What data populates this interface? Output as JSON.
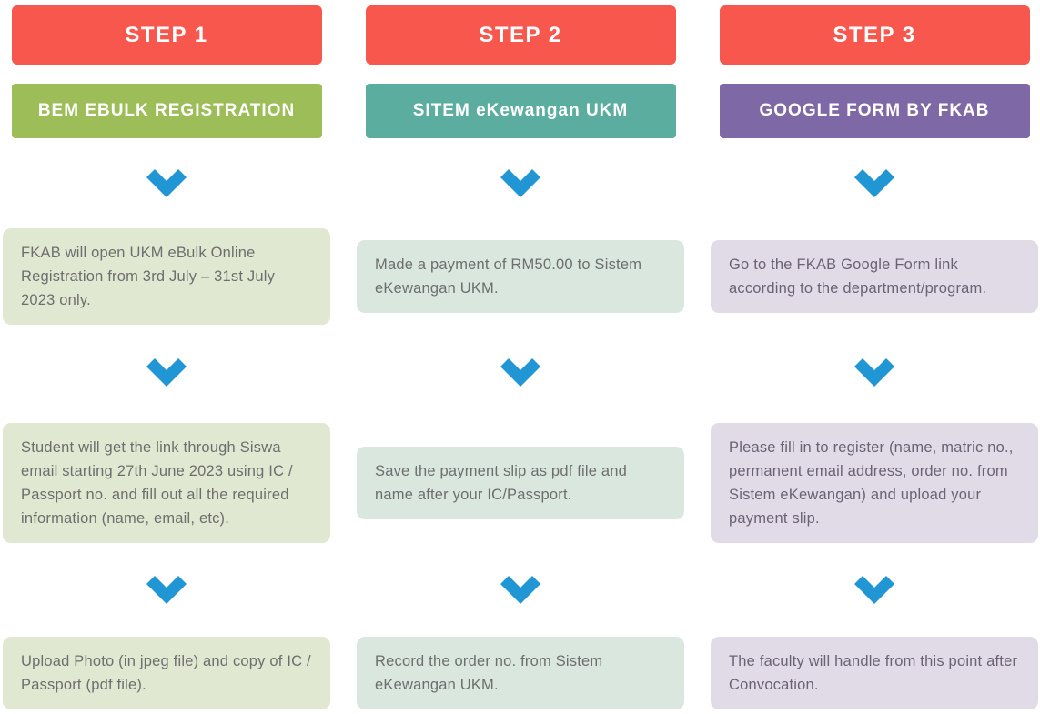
{
  "page": {
    "background": "#ffffff"
  },
  "arrow": {
    "color": "#2097d4"
  },
  "step_header_color": "#f8574e",
  "step_text_color": "#ffffff",
  "columns": [
    {
      "step_label": "STEP 1",
      "category_label": "BEM EBULK REGISTRATION",
      "category_color": "#9cbd58",
      "card_color": "#e0e8d2",
      "text_color": "#6e6e6e",
      "cards": [
        "FKAB will open UKM eBulk Online Registration from 3rd July – 31st July 2023 only.",
        "Student will get the link through Siswa email starting 27th June 2023 using IC / Passport no. and fill out all the required information (name, email, etc).",
        "Upload Photo (in jpeg file) and copy of IC / Passport (pdf file)."
      ]
    },
    {
      "step_label": "STEP 2",
      "category_label": "SITEM eKewangan UKM",
      "category_color": "#5bad9f",
      "card_color": "#d9e7df",
      "text_color": "#6e6e6e",
      "cards": [
        "Made a payment of RM50.00 to Sistem eKewangan UKM.",
        "Save the payment slip as pdf file and name after your IC/Passport.",
        "Record the order no. from Sistem eKewangan UKM."
      ]
    },
    {
      "step_label": "STEP 3",
      "category_label": "GOOGLE FORM BY FKAB",
      "category_color": "#7e68a6",
      "card_color": "#e1dbe7",
      "text_color": "#6b6275",
      "cards": [
        "Go to the FKAB Google Form link according to the department/program.",
        "Please fill in to register (name, matric no., permanent email address, order no. from Sistem eKewangan) and upload your payment slip.",
        "The faculty will handle from this point after Convocation."
      ]
    }
  ]
}
